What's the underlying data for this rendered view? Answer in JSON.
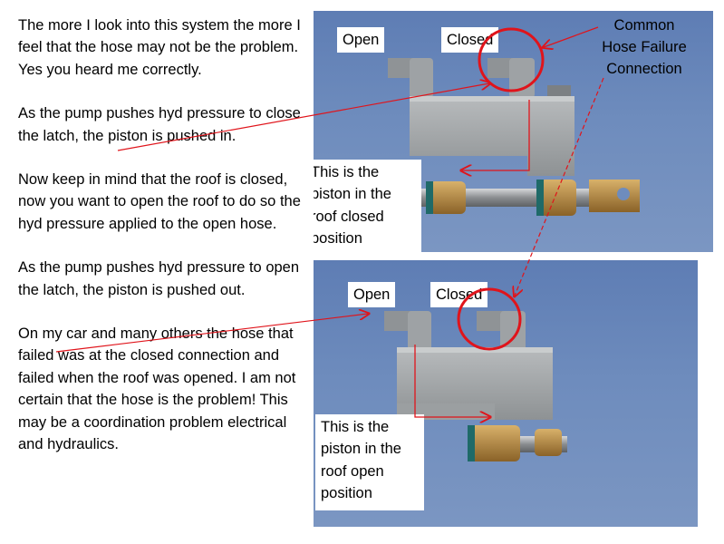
{
  "paragraphs": [
    "The more I look into this system the more I feel that the hose may not be the problem.  Yes you heard me correctly.",
    "As the pump pushes hyd pressure to close the latch, the piston is pushed in.",
    "Now keep in mind that the roof is closed, now you want to open the roof to do so the hyd pressure applied to the open hose.",
    "As the pump pushes hyd pressure to open the latch, the piston is pushed out.",
    "On my car and many others the hose that failed was at the closed connection and failed when the roof was opened.  I am not certain that the hose is the problem!  This may be a coordination problem electrical and hydraulics."
  ],
  "top_photo": {
    "open_label": "Open",
    "closed_label": "Closed",
    "common_label": "Common Hose Failure Connection",
    "piston_caption": "This is the piston in the roof closed position"
  },
  "bottom_photo": {
    "open_label": "Open",
    "closed_label": "Closed",
    "piston_caption": "This is the piston in the roof open position"
  },
  "colors": {
    "photo_background": "#6e8cbd",
    "annotation_red": "#e0141b",
    "block_metal": "#a3a6a8",
    "brass": "#b88a3c"
  }
}
